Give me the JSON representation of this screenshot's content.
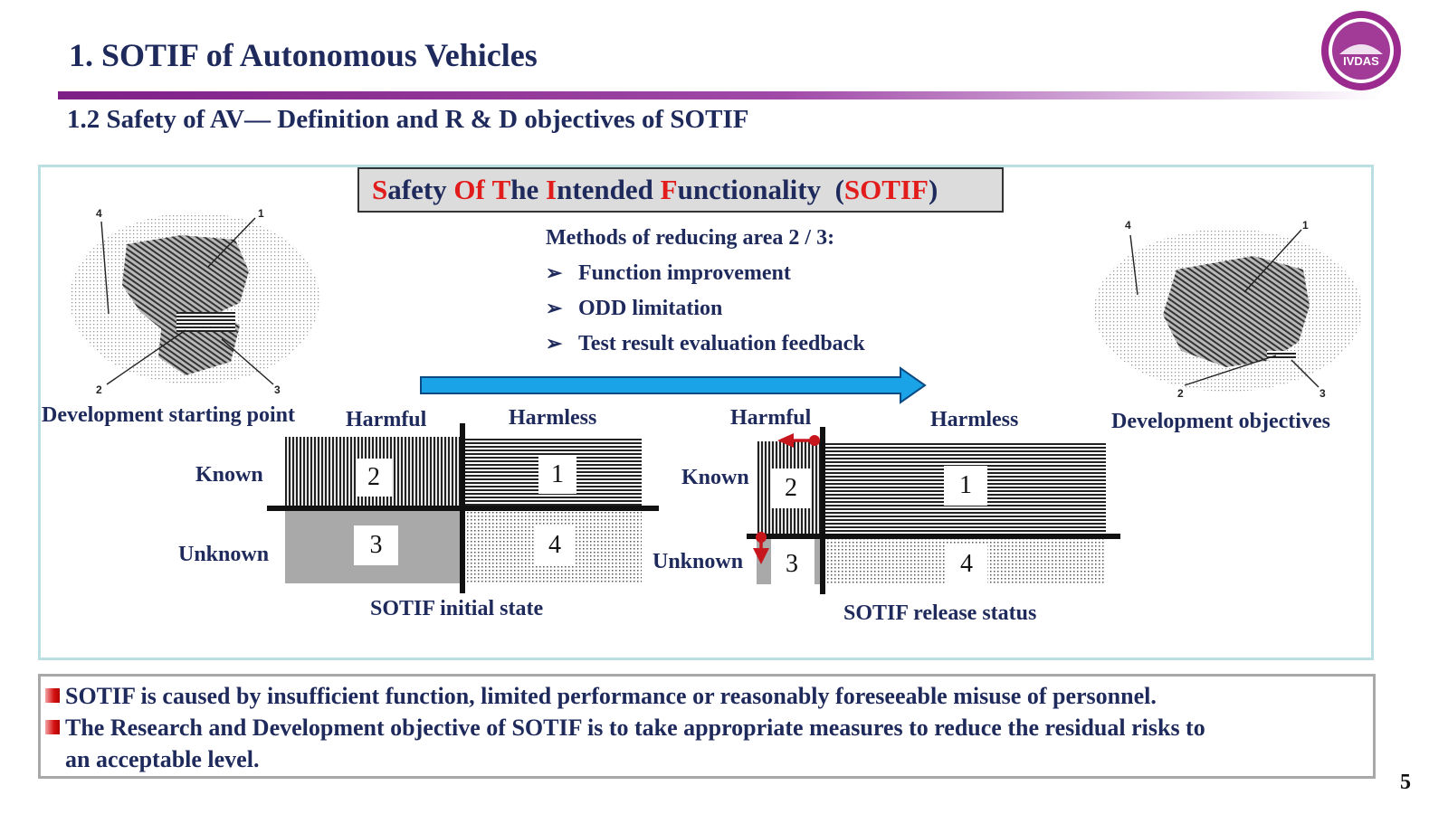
{
  "header": {
    "title": "1. SOTIF of Autonomous Vehicles",
    "subtitle": "1.2  Safety of AV— Definition and R & D objectives of SOTIF",
    "logo_text": "IVDAS"
  },
  "sotif_banner": {
    "parts": [
      {
        "text": "S",
        "red": true
      },
      {
        "text": "afety ",
        "red": false
      },
      {
        "text": "Of",
        "red": true
      },
      {
        "text": " ",
        "red": false
      },
      {
        "text": "T",
        "red": true
      },
      {
        "text": "he ",
        "red": false
      },
      {
        "text": "I",
        "red": true
      },
      {
        "text": "ntended ",
        "red": false
      },
      {
        "text": "F",
        "red": true
      },
      {
        "text": "unctionality  ",
        "red": false
      },
      {
        "text": "(",
        "red": false
      },
      {
        "text": "SOTIF",
        "red": true
      },
      {
        "text": ")",
        "red": false
      }
    ]
  },
  "methods": {
    "heading": "Methods of reducing area 2 / 3:",
    "items": [
      "Function improvement",
      "ODD limitation",
      "Test result evaluation feedback"
    ]
  },
  "left_blob": {
    "caption": "Development starting point",
    "numbers": [
      "4",
      "1",
      "2",
      "3"
    ]
  },
  "right_blob": {
    "caption": "Development objectives",
    "numbers": [
      "4",
      "1",
      "2",
      "3"
    ]
  },
  "initial_grid": {
    "col_harmful": "Harmful",
    "col_harmless": "Harmless",
    "row_known": "Known",
    "row_unknown": "Unknown",
    "cells": [
      "2",
      "1",
      "3",
      "4"
    ],
    "caption": "SOTIF initial state"
  },
  "release_grid": {
    "col_harmful": "Harmful",
    "col_harmless": "Harmless",
    "row_known": "Known",
    "row_unknown": "Unknown",
    "cells": [
      "2",
      "1",
      "3",
      "4"
    ],
    "caption": "SOTIF release status"
  },
  "bottom_notes": {
    "line1": "SOTIF is caused by insufficient function, limited performance or reasonably foreseeable misuse of personnel.",
    "line2": "The Research and Development objective of SOTIF is to take appropriate measures to reduce the residual risks to",
    "line3": "an acceptable level."
  },
  "page_number": "5",
  "colors": {
    "title_bar": "#7e1f86",
    "arrow_fill": "#1aa3e6",
    "accent_red": "#e21b1b",
    "panel_border": "#b9dfe3",
    "text_navy": "#1f2a5c"
  }
}
